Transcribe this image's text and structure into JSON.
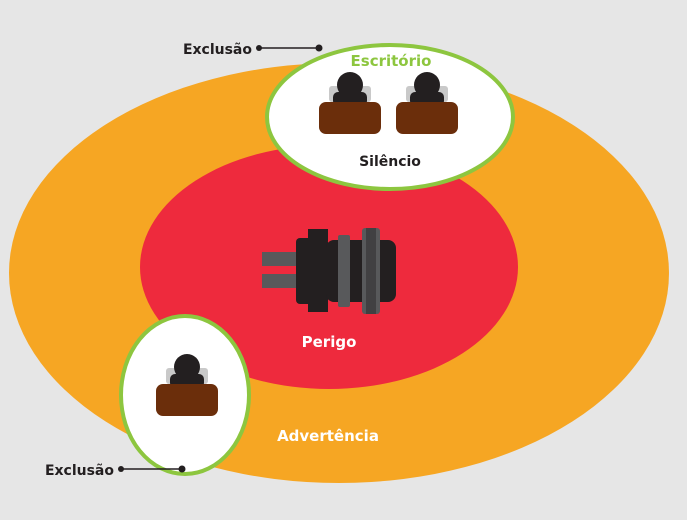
{
  "zones": {
    "warning_label": "Advertência",
    "danger_label": "Perigo",
    "office_title": "Escritório",
    "silence_label": "Silêncio"
  },
  "callouts": {
    "exclusion_top": "Exclusão",
    "exclusion_bottom": "Exclusão"
  },
  "colors": {
    "background": "#e6e6e6",
    "warning_zone": "#f6a623",
    "danger_zone": "#ee2a3d",
    "exclusion_fill": "#ffffff",
    "exclusion_border": "#8dc63f",
    "desk": "#6b2e0b",
    "person": "#231f20",
    "machine_dark": "#231f20",
    "machine_grey": "#58595b"
  },
  "icons": [
    "desk-person-icon",
    "machine-icon"
  ]
}
